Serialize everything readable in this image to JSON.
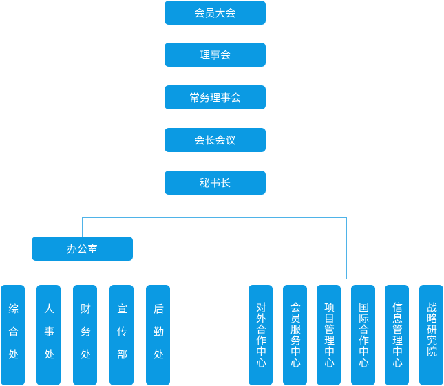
{
  "top_chain": [
    "会员大会",
    "理事会",
    "常务理事会",
    "会长会议",
    "秘书长"
  ],
  "office": "办公室",
  "office_depts": [
    "综合处",
    "人事处",
    "财务处",
    "宣传部",
    "后勤处"
  ],
  "centers": [
    "对外合作中心",
    "会员服务中心",
    "项目管理中心",
    "国际合作中心",
    "信息管理中心",
    "战略研究院"
  ],
  "colors": {
    "box": "#0b9ae3",
    "line": "#4fb3e8",
    "text": "#ffffff"
  }
}
